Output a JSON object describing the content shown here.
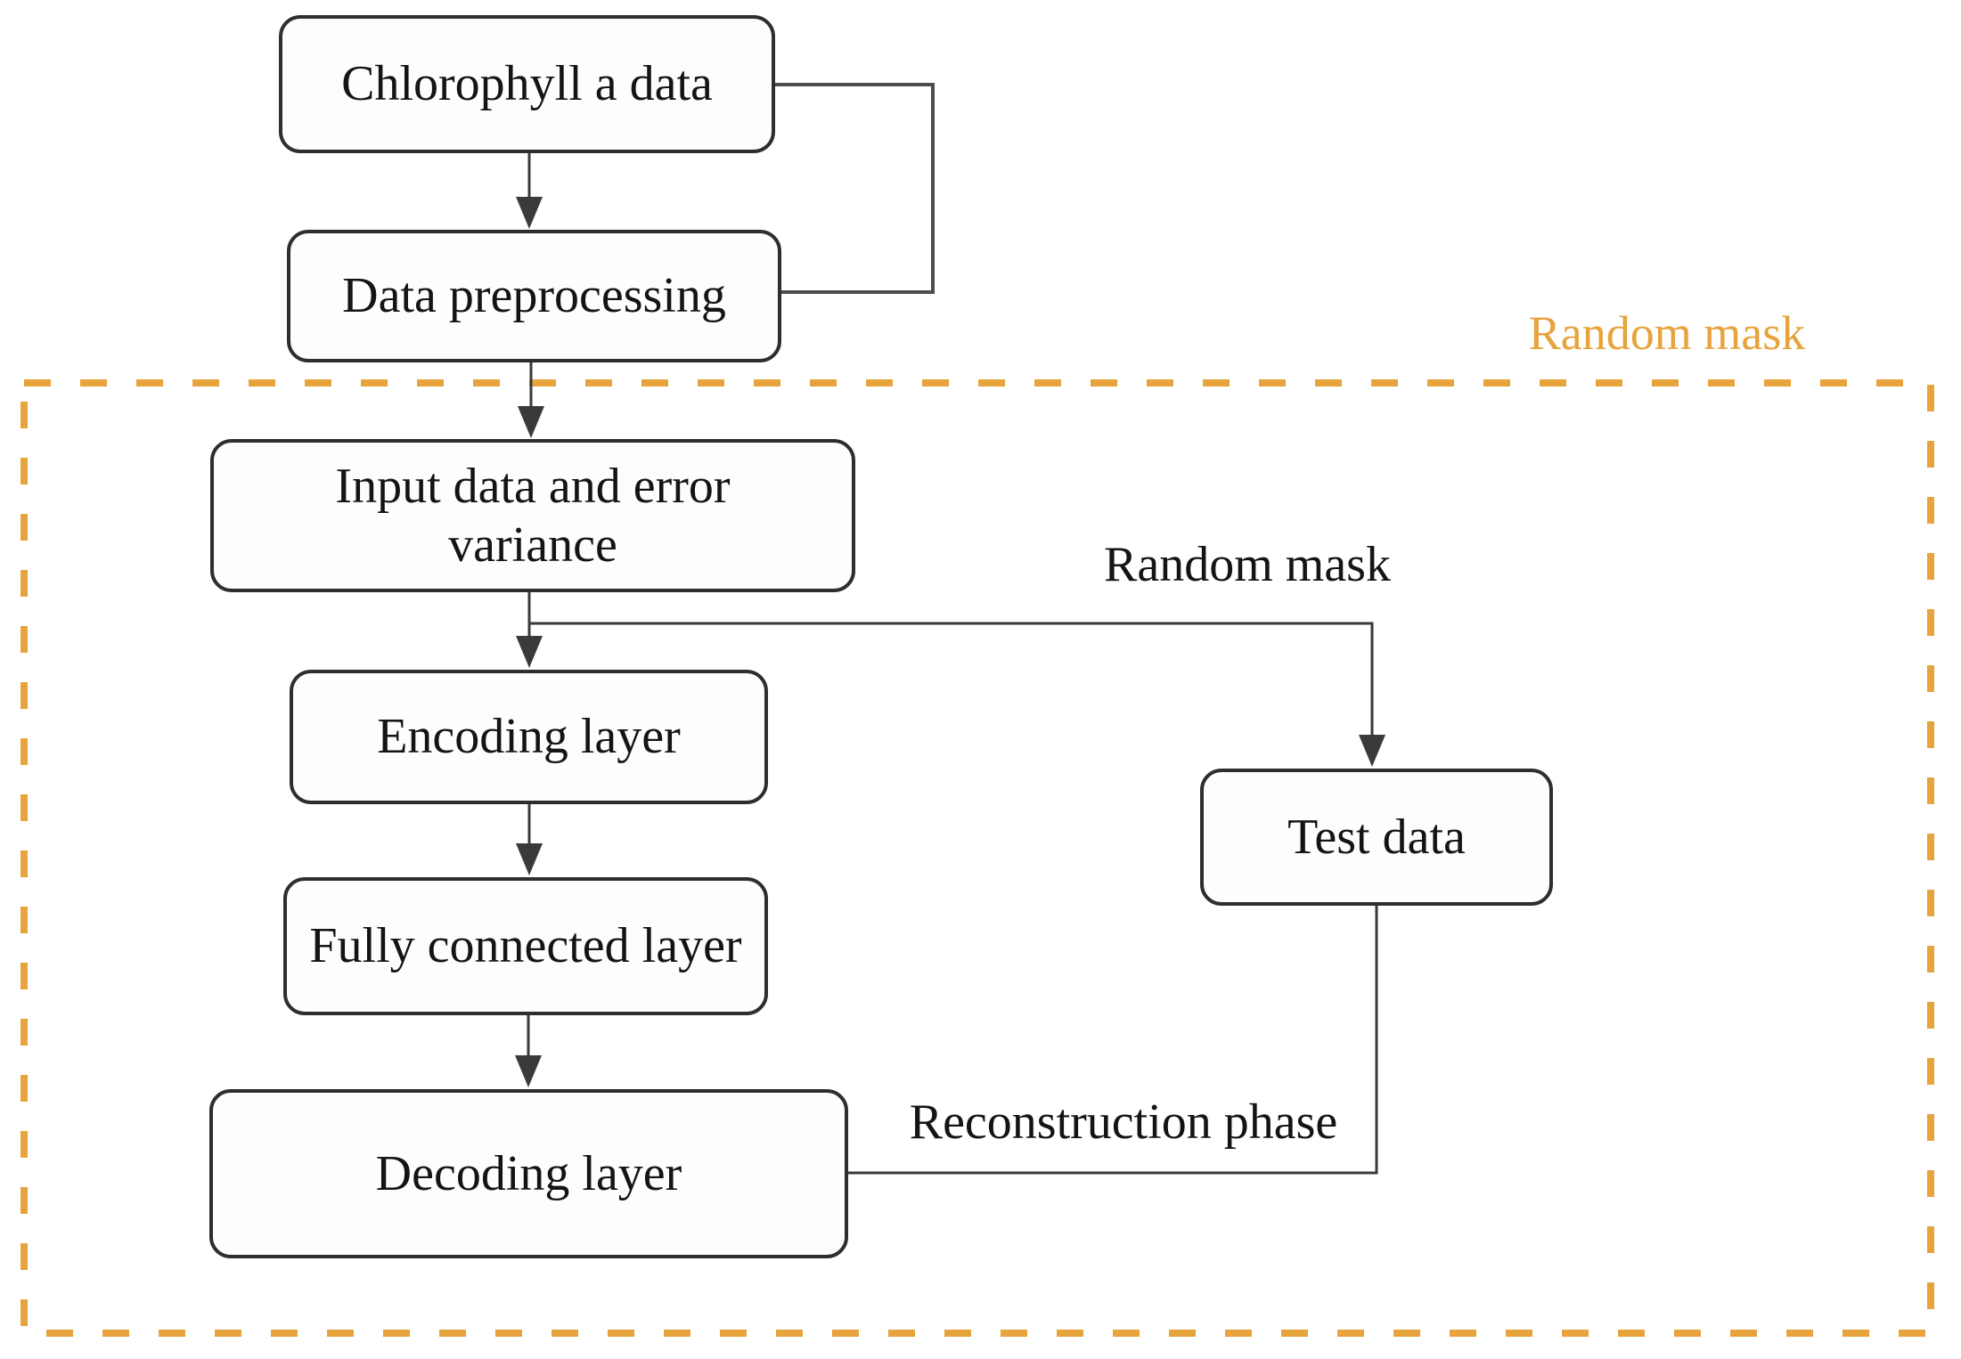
{
  "diagram": {
    "type": "flowchart",
    "nodes": {
      "chlorophyll": {
        "label": "Chlorophyll a data"
      },
      "preprocessing": {
        "label": "Data preprocessing"
      },
      "input_variance": {
        "label": "Input data and error variance"
      },
      "encoding": {
        "label": "Encoding layer"
      },
      "fully_connected": {
        "label": "Fully connected layer"
      },
      "decoding": {
        "label": "Decoding layer"
      },
      "test_data": {
        "label": "Test data"
      }
    },
    "region_label": "Random mask",
    "edge_labels": {
      "random_mask": "Random mask",
      "reconstruction_phase": "Reconstruction phase"
    },
    "colors": {
      "mask_region": "#E7A33C",
      "box_border": "#2E2E2E",
      "line": "#3A3A3A",
      "loop_line": "#4D4D4D",
      "text": "#141414",
      "box_fill": "#FDFDFD",
      "background": "#FFFFFF"
    }
  }
}
